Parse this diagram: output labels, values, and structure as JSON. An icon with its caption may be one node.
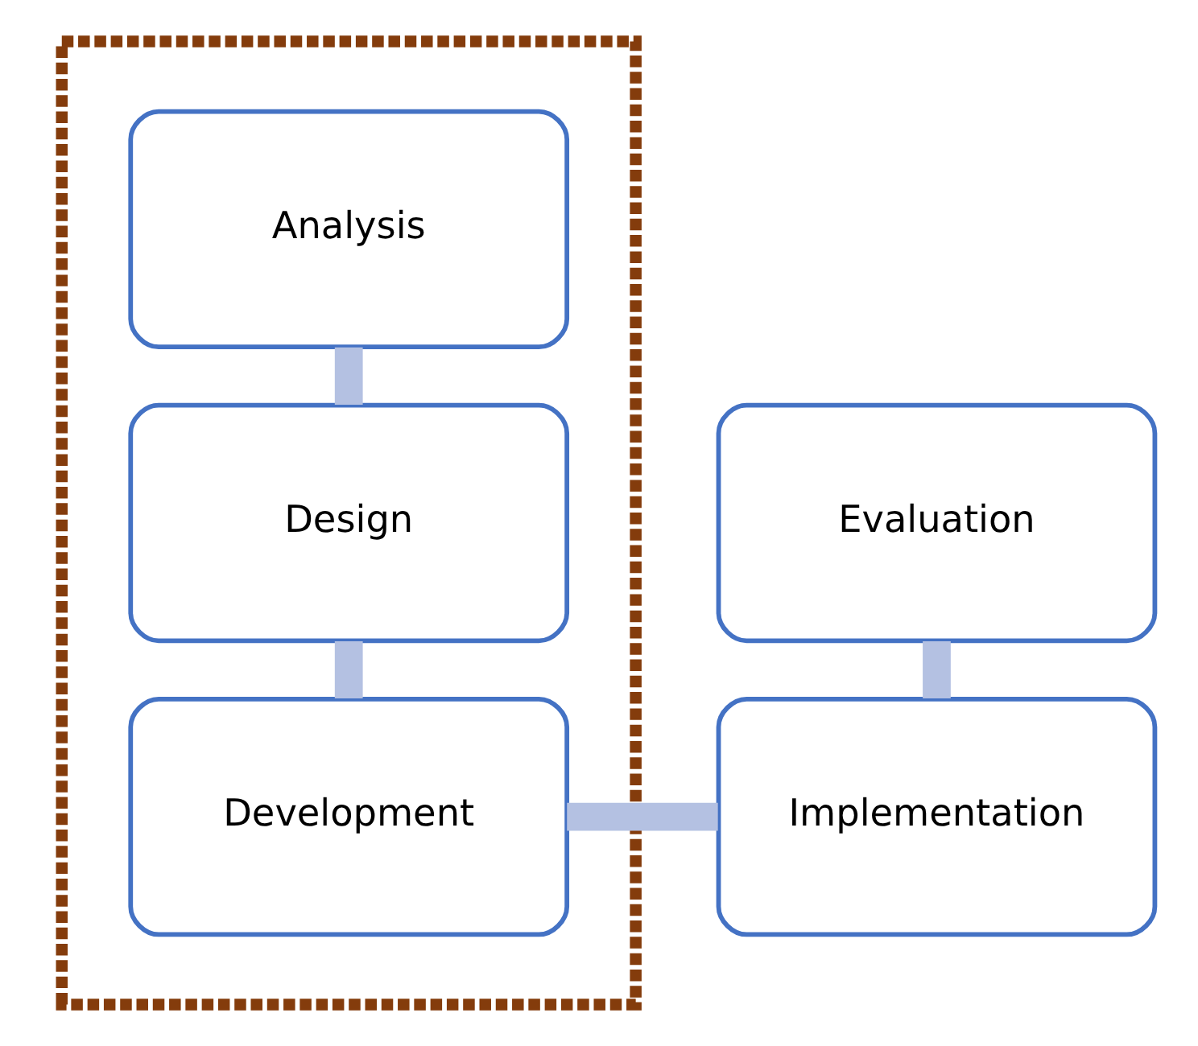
{
  "diagram": {
    "nodes": [
      {
        "text": [],
        "shape": "box"
      },
      {
        "text": [
          "Analysis"
        ],
        "in": 0
      },
      {
        "text": [
          "Design"
        ],
        "in": 0
      },
      {
        "text": [
          "Evaluation"
        ]
      },
      {
        "text": [
          "Development"
        ],
        "in": 0
      },
      {
        "text": [
          "Implementation"
        ]
      }
    ],
    "edges": [
      {
        "from": 1,
        "to": 2,
        "arrow": "none"
      },
      {
        "from": 2,
        "to": 4,
        "arrow": "none"
      },
      {
        "from": 4,
        "to": 5,
        "arrow": "none"
      },
      {
        "from": 3,
        "to": 5,
        "arrow": "none"
      }
    ]
  }
}
